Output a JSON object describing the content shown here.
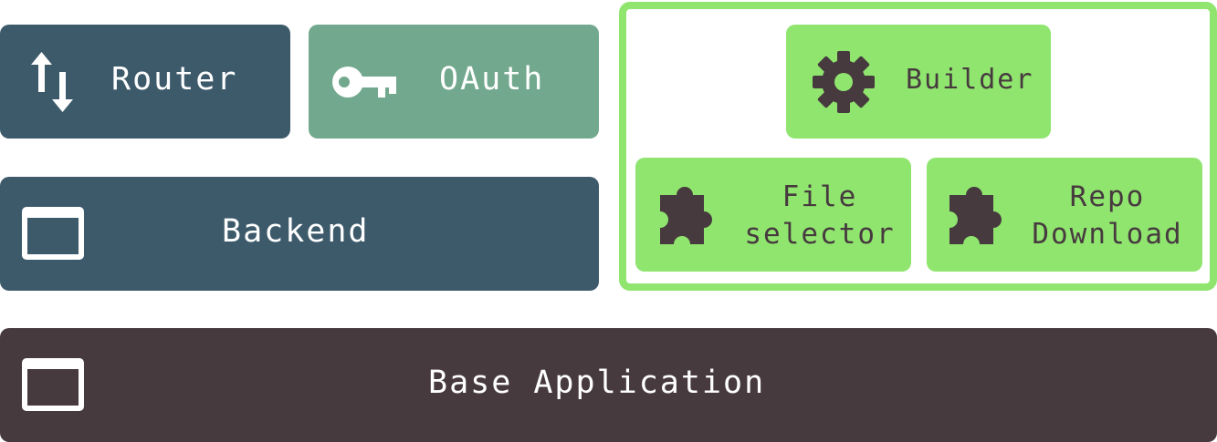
{
  "blocks": {
    "router": {
      "label": "Router",
      "icon": "up-down-arrows-icon"
    },
    "oauth": {
      "label": "OAuth",
      "icon": "key-icon"
    },
    "backend": {
      "label": "Backend",
      "icon": "window-icon"
    },
    "base_application": {
      "label": "Base Application",
      "icon": "window-icon"
    }
  },
  "plugins": {
    "builder": {
      "label": "Builder",
      "icon": "gear-icon"
    },
    "file_selector": {
      "line1": "File",
      "line2": "selector",
      "icon": "puzzle-icon"
    },
    "repo_download": {
      "line1": "Repo",
      "line2": "Download",
      "icon": "puzzle-icon"
    }
  },
  "colors": {
    "slate_blue": "#3d5a6b",
    "sage_green": "#72a98e",
    "plugin_green": "#90e56f",
    "dark_plum": "#473a3e",
    "white": "#ffffff"
  }
}
